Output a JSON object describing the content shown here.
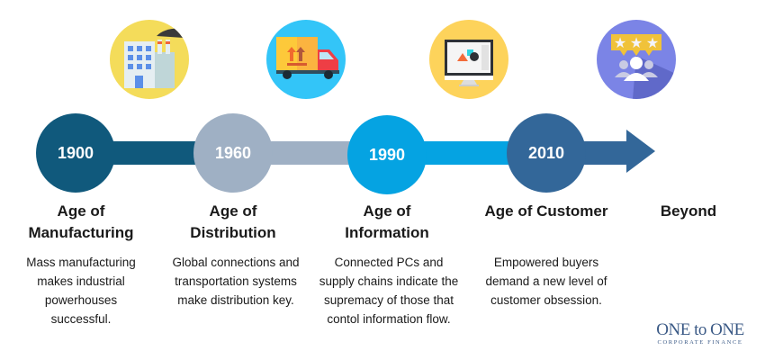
{
  "colors": {
    "c1900": "#10597c",
    "c1960": "#9fb0c4",
    "c1990": "#05a3e2",
    "c2010": "#336799"
  },
  "timeline": [
    {
      "year": "1900",
      "title": "Age of Manufacturing",
      "title_lines": [
        "Age of",
        "Manufacturing"
      ],
      "description": "Mass manufacturing makes industrial powerhouses successful.",
      "icon": "factory-icon"
    },
    {
      "year": "1960",
      "title": "Age of Distribution",
      "title_lines": [
        "Age of",
        "Distribution"
      ],
      "description": "Global  connections and transportation systems make distribution key.",
      "icon": "delivery-truck-icon"
    },
    {
      "year": "1990",
      "title": "Age of Information",
      "title_lines": [
        "Age of",
        "Information"
      ],
      "description": "Connected PCs and supply chains indicate the supremacy of those that contol information flow.",
      "icon": "computer-monitor-icon"
    },
    {
      "year": "2010",
      "title": "Age of Customer",
      "title_lines": [
        "Age of Customer"
      ],
      "description": "Empowered buyers demand a new level of customer obsession.",
      "icon": "customer-rating-icon"
    },
    {
      "title": "Beyond",
      "title_lines": [
        "Beyond"
      ]
    }
  ],
  "logo": {
    "main": "ONE to ONE",
    "sub": "Corporate Finance"
  }
}
